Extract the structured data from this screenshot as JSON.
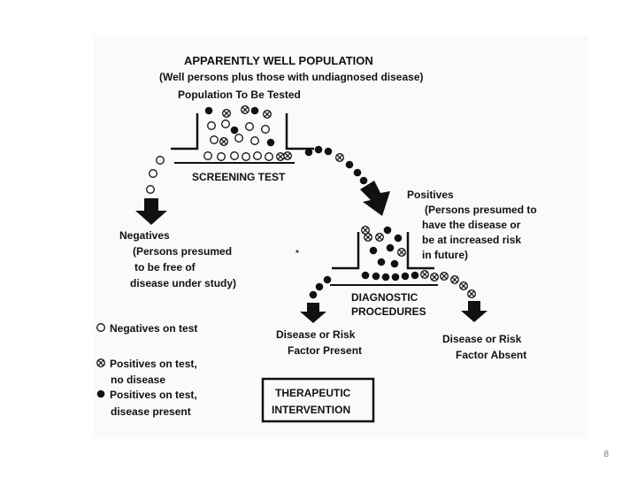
{
  "diagram": {
    "title": "APPARENTLY WELL POPULATION",
    "subtitle": "(Well persons plus those with undiagnosed disease)",
    "population_label": "Population To Be Tested",
    "screening_label": "SCREENING TEST",
    "negatives": {
      "line1": "Negatives",
      "line2": "(Persons presumed",
      "line3": "to be free of",
      "line4": "disease under study)"
    },
    "positives": {
      "line1": "Positives",
      "line2": "(Persons presumed to",
      "line3": "have the disease or",
      "line4": "be at increased risk",
      "line5": "in future)"
    },
    "diagnostic": {
      "line1": "DIAGNOSTIC",
      "line2": "PROCEDURES"
    },
    "present": {
      "line1": "Disease or Risk",
      "line2": "Factor Present"
    },
    "absent": {
      "line1": "Disease or Risk",
      "line2": "Factor Absent"
    },
    "therapy": {
      "line1": "THERAPEUTIC",
      "line2": "INTERVENTION"
    },
    "legend": {
      "negatives": "Negatives on test",
      "positives_no_disease_1": "Positives on test,",
      "positives_no_disease_2": "no disease",
      "positives_disease_1": "Positives on test,",
      "positives_disease_2": "disease present"
    }
  },
  "page_number": "8"
}
